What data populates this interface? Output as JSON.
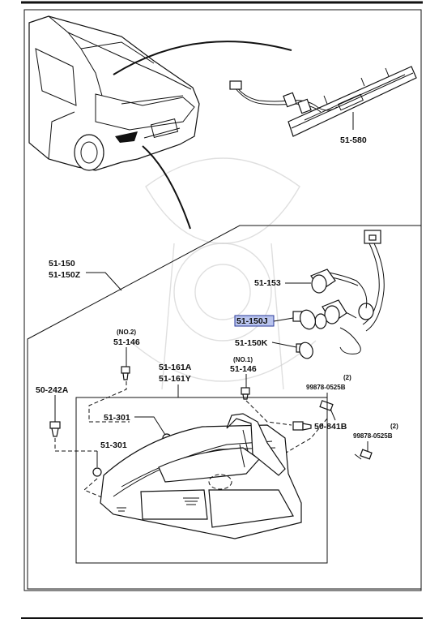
{
  "labels": {
    "p51_580": "51-580",
    "p51_150": "51-150",
    "p51_150z": "51-150Z",
    "p51_153": "51-153",
    "p51_150j": "51-150J",
    "p51_150k": "51-150K",
    "no2": "(NO.2)",
    "p51_146_a": "51-146",
    "p51_161a": "51-161A",
    "p51_161y": "51-161Y",
    "no1": "(NO.1)",
    "p51_146_b": "51-146",
    "qty2_a": "(2)",
    "p99878_a": "99878-0525B",
    "p50_242a": "50-242A",
    "p51_301_a": "51-301",
    "p50_841b": "50-841B",
    "qty2_b": "(2)",
    "p99878_b": "99878-0525B",
    "p51_301_b": "51-301"
  },
  "colors": {
    "line": "#111111",
    "highlight_fill": "#b9c4ee",
    "highlight_border": "#2a3a9a",
    "watermark": "#c9c9c9"
  }
}
